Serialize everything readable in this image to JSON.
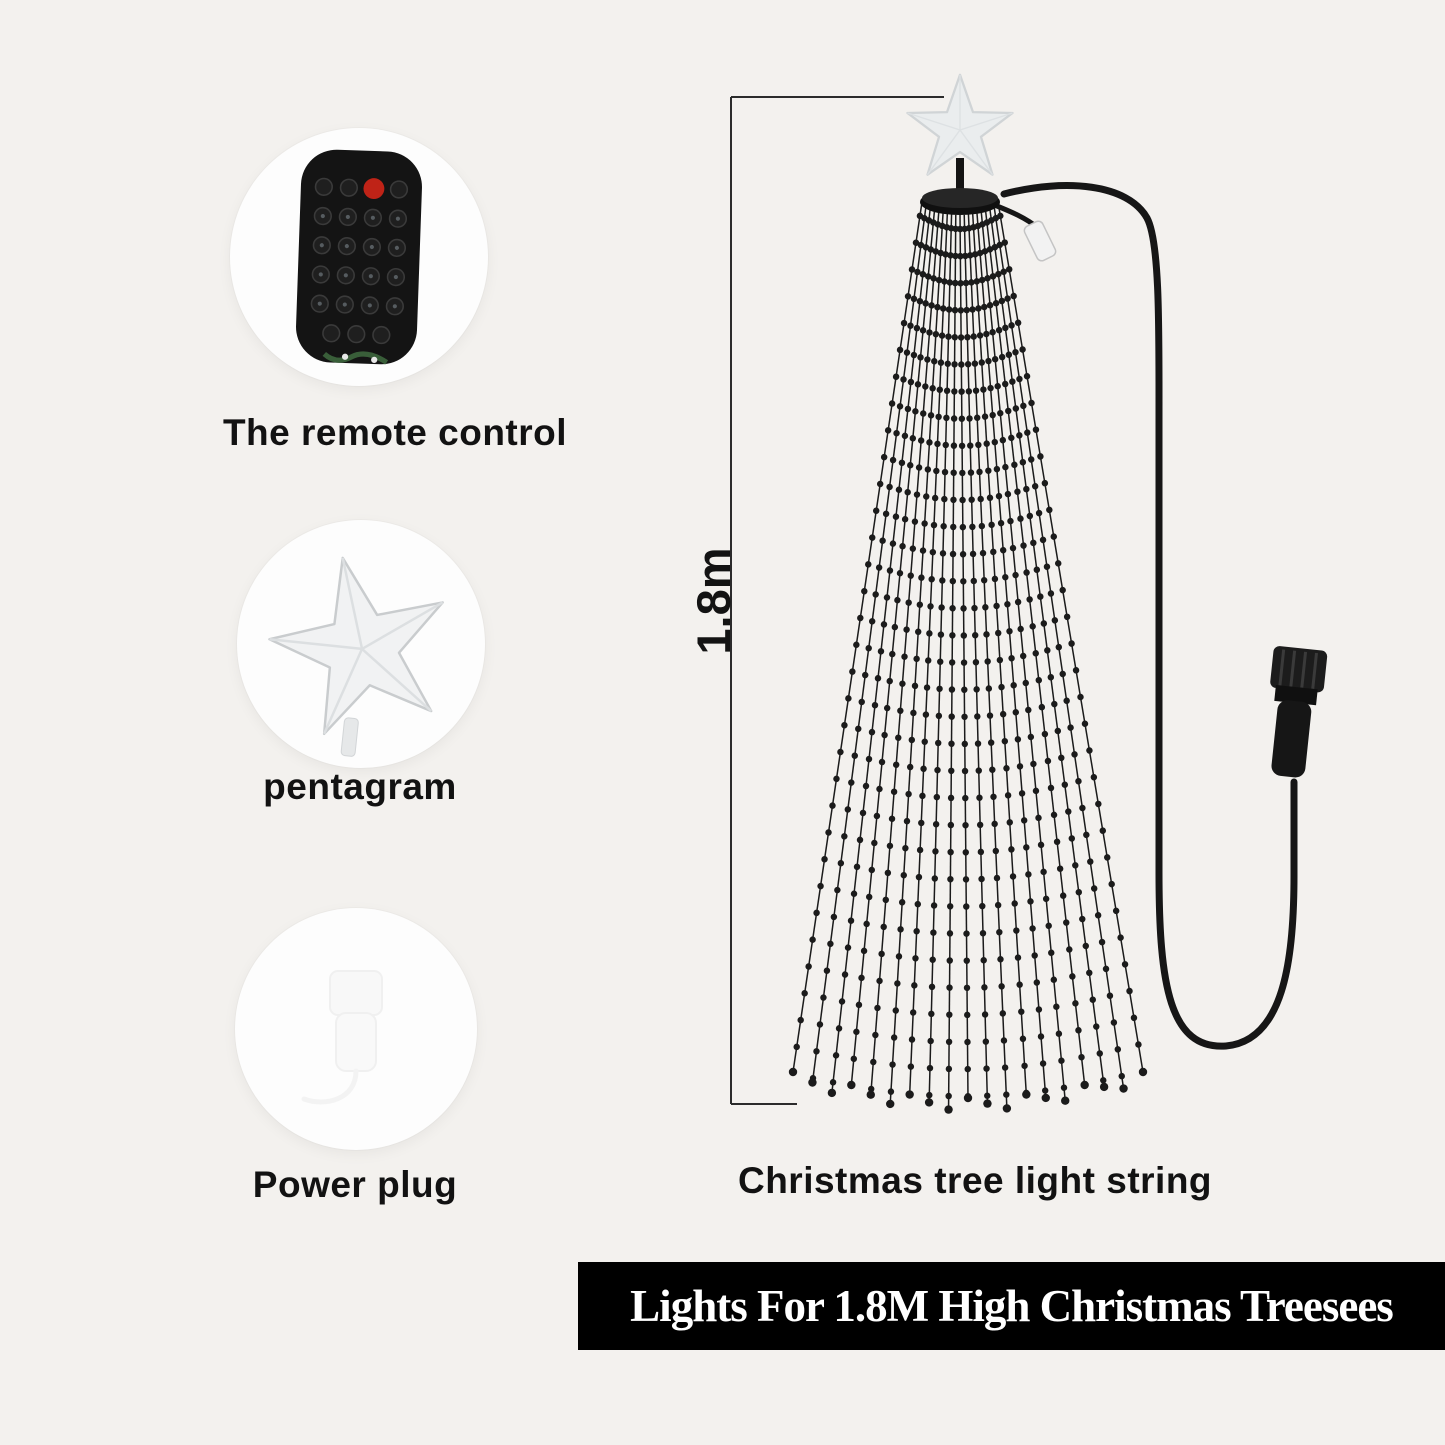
{
  "page": {
    "background": "#f3f1ee"
  },
  "callouts": [
    {
      "label": "The remote control",
      "icon": "remote-control-icon"
    },
    {
      "label": "pentagram",
      "icon": "star-topper-icon"
    },
    {
      "label": "Power plug",
      "icon": "power-plug-icon"
    }
  ],
  "diagram": {
    "height_label": "1.8m",
    "caption": "Christmas tree light string"
  },
  "banner": {
    "text": "Lights For 1.8M High Christmas Treesees",
    "background": "#000000",
    "text_color": "#ffffff"
  },
  "colors": {
    "string": "#1b1b1b",
    "remote_power_button": "#bf2317",
    "star_fill": "#eef0f1",
    "banner_background": "#000000"
  }
}
